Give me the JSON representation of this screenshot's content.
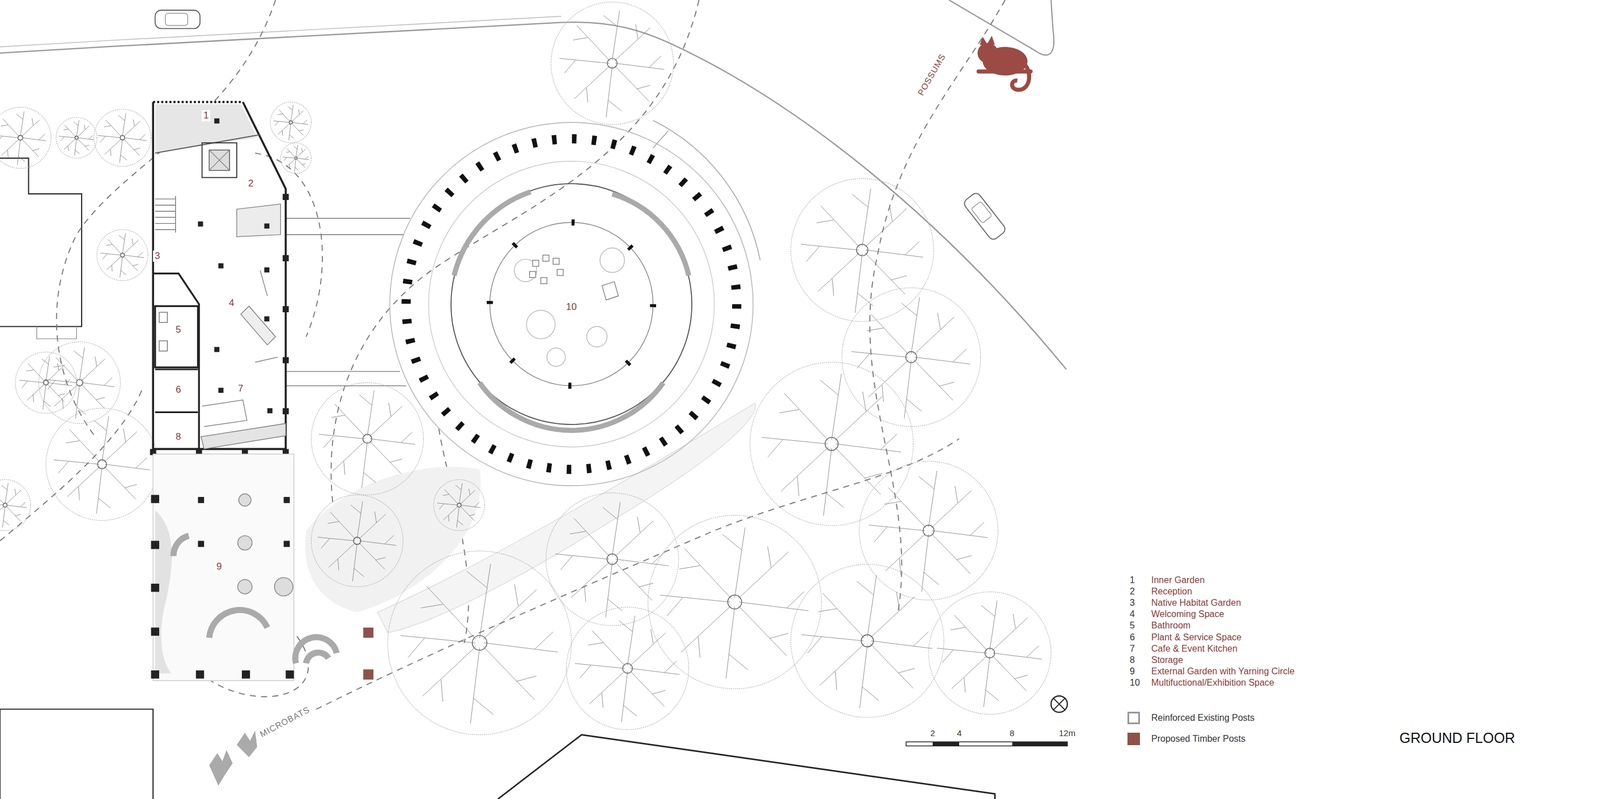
{
  "diagram": {
    "title": "GROUND FLOOR",
    "labels": [
      "1",
      "2",
      "3",
      "4",
      "5",
      "6",
      "7",
      "8",
      "9",
      "10",
      "POSSUMS",
      "MICROBATS",
      "1",
      "Inner Garden",
      "2",
      "Reception",
      "3",
      "Native Habitat Garden",
      "4",
      "Welcoming Space",
      "5",
      "Bathroom",
      "6",
      "Plant & Service Space",
      "7",
      "Cafe & Event Kitchen",
      "8",
      "Storage",
      "9",
      "External Garden with Yarning Circle",
      "10",
      "Multifuctional/Exhibition Space",
      "2",
      "4",
      "8",
      "12m"
    ],
    "legend": [
      {
        "text": "Reinforced Existing Posts"
      },
      {
        "text": "Proposed Timber Posts",
        "color": "#8e524b"
      }
    ]
  }
}
